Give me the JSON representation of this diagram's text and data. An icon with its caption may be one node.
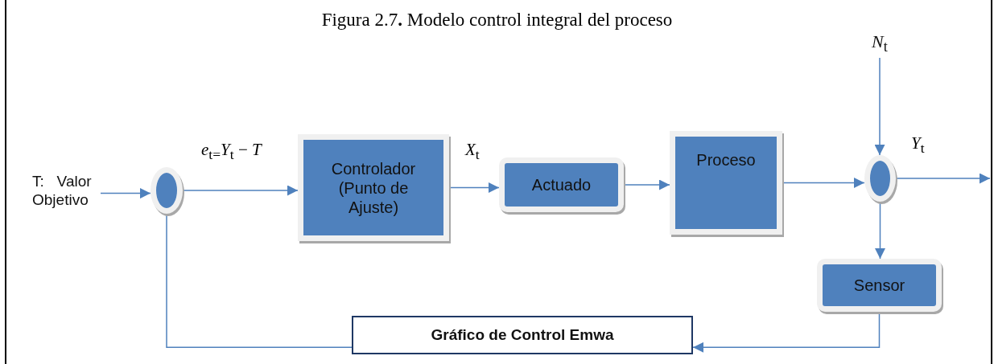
{
  "diagram": {
    "title": "Figura 2.7**.** Modelo control integral del proceso",
    "nodes": [
      {
        "text": [
          "T:   Valor Objetivo"
        ]
      },
      {
        "text": [],
        "shape": "circle"
      },
      {
        "text": [
          "Controlador (Punto de Ajuste)"
        ]
      },
      {
        "text": [
          "Actuado"
        ]
      },
      {
        "text": [
          "Proceso"
        ]
      },
      {
        "text": [
          "*N*$_{t}$"
        ]
      },
      {
        "text": [],
        "shape": "circle"
      },
      {
        "text": [
          "Sensor"
        ]
      },
      {
        "text": [
          "Gráfico de Control Emwa"
        ]
      }
    ],
    "edges": [
      {
        "from": 0,
        "to": 1,
        "arrow": "to"
      },
      {
        "from": 1,
        "to": 2,
        "arrow": "to",
        "label": "*e*$_{t=}$*Y*$_{t}$ − *T*"
      },
      {
        "from": 2,
        "to": 3,
        "arrow": "to",
        "label": "*X*$_{t}$"
      },
      {
        "from": 3,
        "to": 4,
        "arrow": "to"
      },
      {
        "from": 4,
        "to": 6,
        "arrow": "to"
      },
      {
        "from": 5,
        "to": 6,
        "arrow": "to"
      },
      {
        "from": 6,
        "to": null,
        "arrow": "to",
        "label": "*Y*$_{t}$"
      },
      {
        "from": 6,
        "to": 7,
        "arrow": "to"
      },
      {
        "from": 7,
        "to": 8,
        "arrow": "to"
      },
      {
        "from": 8,
        "to": 1,
        "arrow": "none"
      }
    ]
  }
}
